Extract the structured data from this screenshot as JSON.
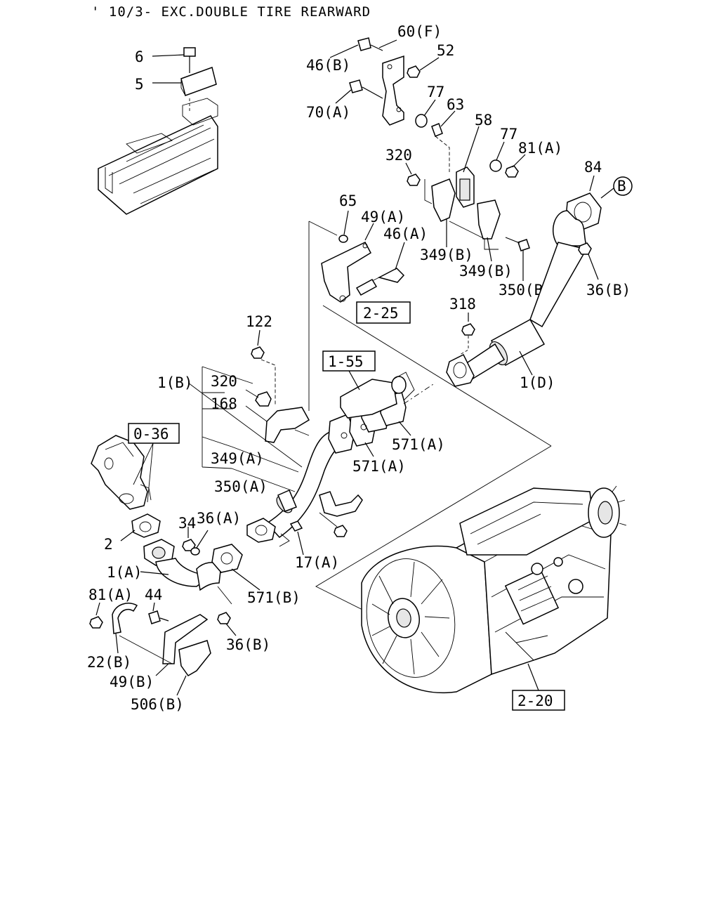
{
  "header": "' 10/3- EXC.DOUBLE TIRE REARWARD",
  "labels": {
    "p6": "6",
    "p5": "5",
    "p60f": "60(F)",
    "p52": "52",
    "p46b": "46(B)",
    "p70a": "70(A)",
    "p77a": "77",
    "p63": "63",
    "p58": "58",
    "p77b": "77",
    "p81a_top": "81(A)",
    "p320_top": "320",
    "p84": "84",
    "pB": "B",
    "p65": "65",
    "p49a": "49(A)",
    "p46a": "46(A)",
    "p349b_1": "349(B)",
    "p349b_2": "349(B)",
    "p350b": "350(B)",
    "p36b_top": "36(B)",
    "p318": "318",
    "p122": "122",
    "p1d": "1(D)",
    "p1b": "1(B)",
    "p320_mid": "320",
    "p168": "168",
    "p571a_1": "571(A)",
    "p571a_2": "571(A)",
    "p349a": "349(A)",
    "p350a": "350(A)",
    "p34": "34",
    "p36a": "36(A)",
    "p2": "2",
    "p17a": "17(A)",
    "p1a": "1(A)",
    "p571b": "571(B)",
    "p81a_bot": "81(A)",
    "p44": "44",
    "p22b": "22(B)",
    "p36b_bot": "36(B)",
    "p49b": "49(B)",
    "p506b": "506(B)"
  },
  "refs": {
    "r225": "2-25",
    "r155": "1-55",
    "r036": "0-36",
    "r220": "2-20"
  }
}
